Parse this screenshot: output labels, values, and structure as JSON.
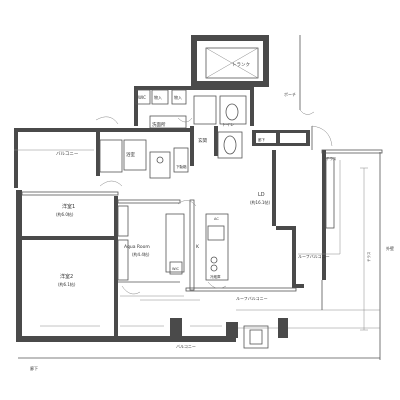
{
  "rooms": {
    "storage_top": "トランク",
    "porch": "ポーチ",
    "wic1": "WIC",
    "closet_mid": "物入",
    "closet_mid2": "物入",
    "wash": "洗面所",
    "bath": "浴室",
    "toilet": "トイレ",
    "entrance": "玄関",
    "shoes": "下駄箱",
    "hall": "廊下",
    "balcony_left": "バルコニー",
    "western1": "洋室1",
    "western1_size": "(約6.0帖)",
    "western2": "洋室2",
    "western2_size": "(約6.1帖)",
    "fr": "Aqua Room",
    "fr_size": "(約4.4帖)",
    "wic2": "WIC",
    "kitchen": "K",
    "ld": "LD",
    "ld_size": "(約16.1帖)",
    "ac": "AC",
    "kitchen_counter": "冷蔵庫",
    "terrace": "テラス",
    "ugamo": "ルーフバルコニー",
    "roof_balcony": "ルーフバルコニー",
    "dimension_right": "テラス",
    "side_right": "外壁",
    "bottom_note": "バルコニー",
    "corridor": "廊下"
  },
  "colors": {
    "wall": "#4a4a4a",
    "line": "#555555",
    "grey": "#9a9a9a"
  }
}
